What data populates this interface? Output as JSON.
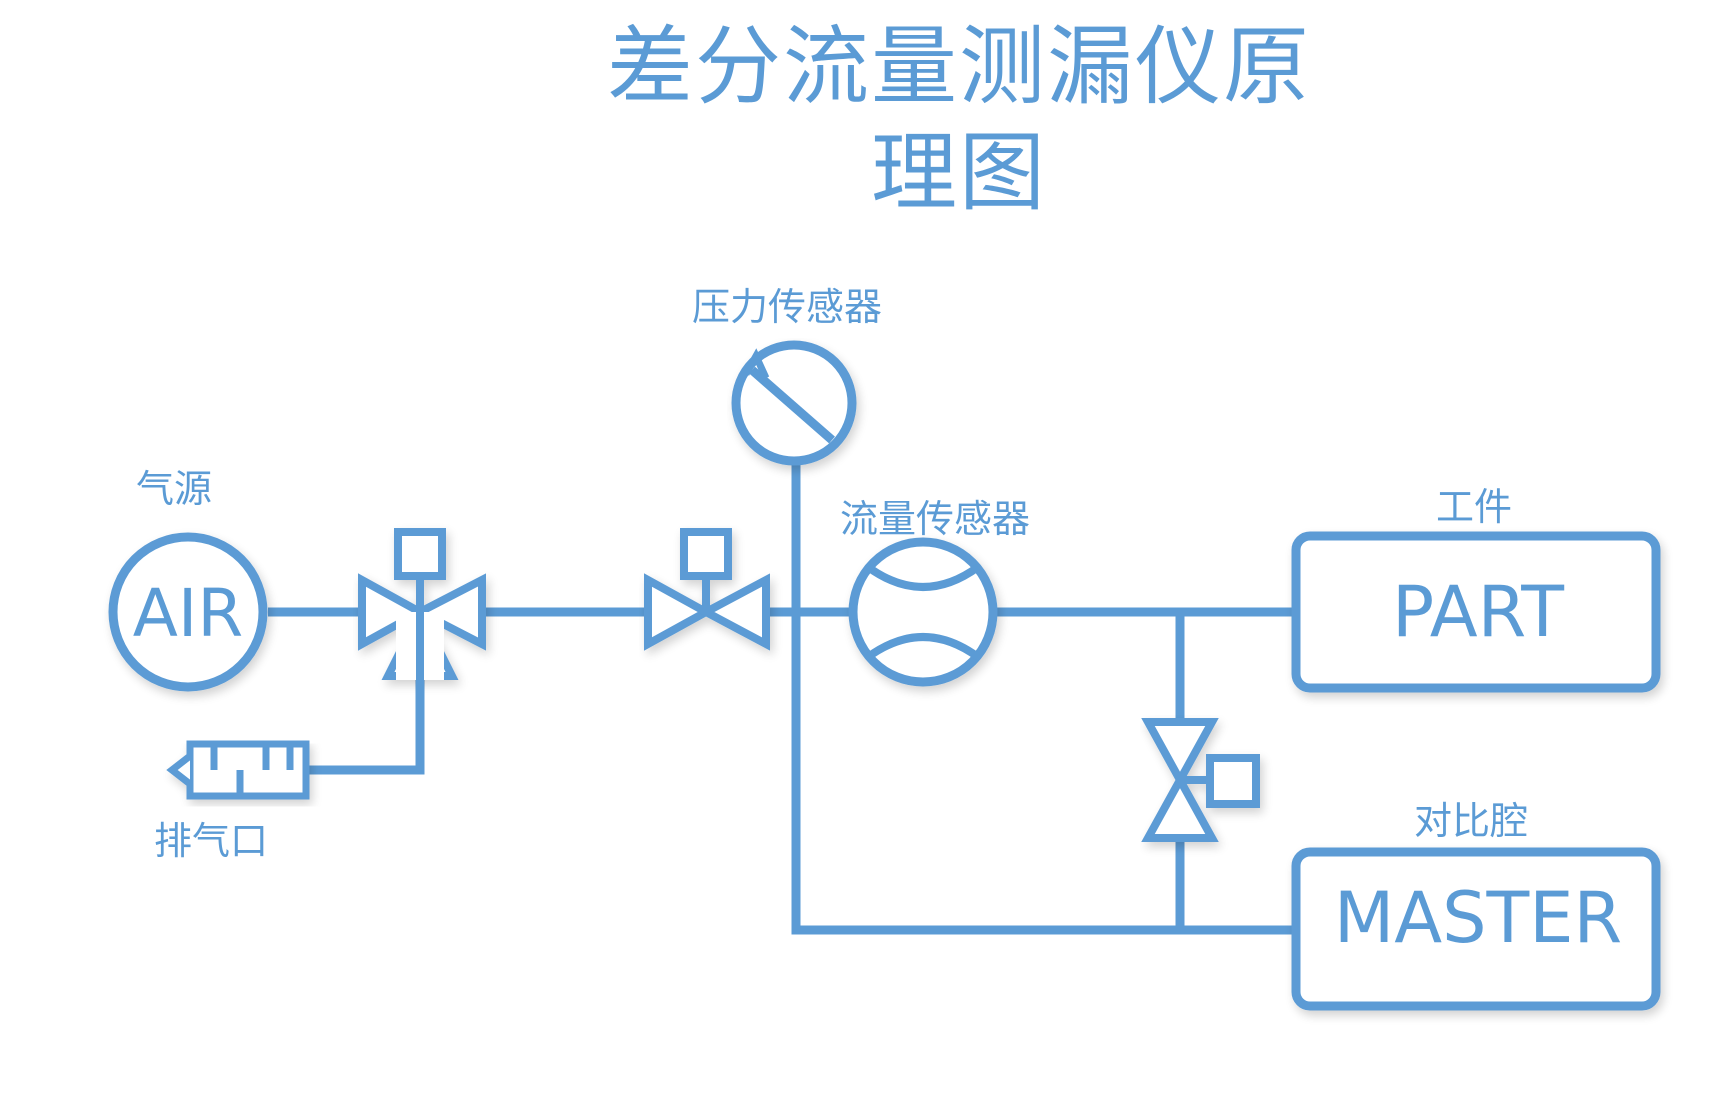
{
  "title": {
    "line1": "差分流量测漏仪原",
    "line2": "理图"
  },
  "labels": {
    "air_source": "气源",
    "exhaust": "排气口",
    "pressure_sensor": "压力传感器",
    "flow_sensor": "流量传感器",
    "workpiece": "工件",
    "reference_chamber": "对比腔"
  },
  "boxes": {
    "air": "AIR",
    "part": "PART",
    "master": "MASTER"
  },
  "colors": {
    "line": "#5b9bd5",
    "background": "#ffffff"
  }
}
